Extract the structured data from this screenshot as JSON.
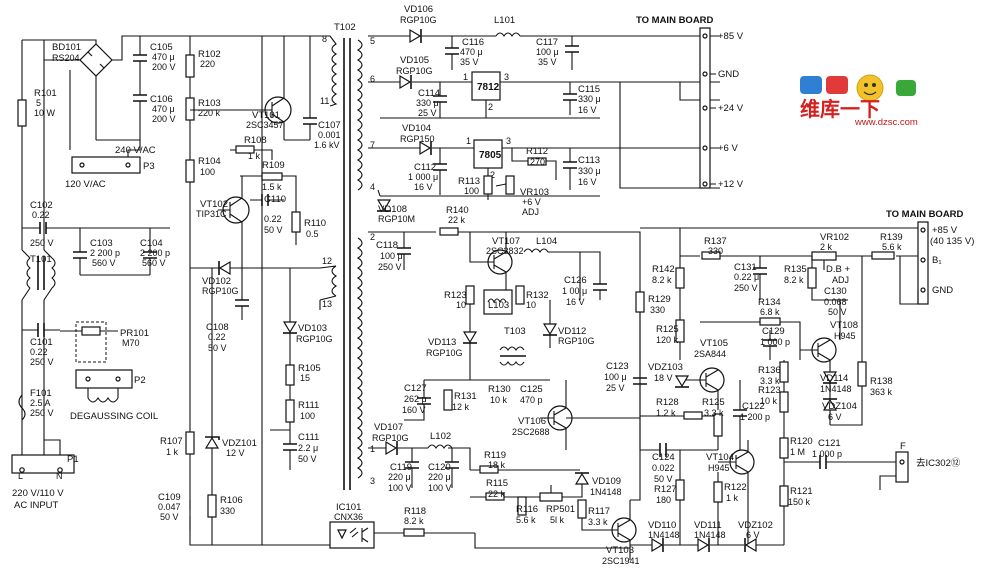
{
  "header": {
    "to_main_board_top": "TO MAIN BOARD",
    "to_main_board_right": "TO MAIN BOARD"
  },
  "watermark": {
    "logo_text": "维库一下",
    "url": "www.dzsc.com"
  },
  "connector_top_pins": [
    "+85 V",
    "GND",
    "+24 V",
    "+6 V",
    "+12 V"
  ],
  "connector_right_pins": [
    "+85 V",
    "(40 135 V)",
    "B₁",
    "GND"
  ],
  "components": {
    "BD101": [
      "BD101",
      "RS204"
    ],
    "R101": [
      "R101",
      "5",
      "10 W"
    ],
    "C105": [
      "C105",
      "470 μ",
      "200 V"
    ],
    "C106": [
      "C106",
      "470 μ",
      "200 V"
    ],
    "R102": [
      "R102",
      "220"
    ],
    "R103": [
      "R103",
      "220 k"
    ],
    "VT101": [
      "VT101",
      "2SC3457"
    ],
    "C107": [
      "C107",
      "0.001",
      "1.6 kV"
    ],
    "P3": [
      "240 V/AC",
      "P3",
      "120 V/AC"
    ],
    "R108": [
      "R108",
      "1 k"
    ],
    "R109": [
      "R109",
      "1.5 k"
    ],
    "R104": [
      "R104",
      "100"
    ],
    "VT102": [
      "VT102",
      "TIP31C"
    ],
    "C110": [
      "C110",
      "0.22",
      "50 V"
    ],
    "R110": [
      "R110",
      "0.5"
    ],
    "C102": [
      "C102",
      "0.22",
      "250 V"
    ],
    "T101": [
      "T101"
    ],
    "C103": [
      "C103",
      "2 200 p",
      "560 V"
    ],
    "C104": [
      "C104",
      "2 200 p",
      "560 V"
    ],
    "VD102": [
      "VD102",
      "RGP10G"
    ],
    "C108": [
      "C108",
      "0.22",
      "50 V"
    ],
    "C101": [
      "C101",
      "0.22",
      "250 V"
    ],
    "PR101": [
      "PR101",
      "M70"
    ],
    "P2": [
      "P2"
    ],
    "F101": [
      "F101",
      "2.5 A",
      "250 V"
    ],
    "DEGAUSS": [
      "DEGAUSSING  COIL"
    ],
    "VD103": [
      "VD103",
      "RGP10G"
    ],
    "R105": [
      "R105",
      "15"
    ],
    "R111": [
      "R111",
      "100"
    ],
    "C111": [
      "C111",
      "2.2 μ",
      "50 V"
    ],
    "R107": [
      "R107",
      "1 k"
    ],
    "VDZ101": [
      "VDZ101",
      "12 V"
    ],
    "C109": [
      "C109",
      "0.047",
      "50 V"
    ],
    "R106": [
      "R106",
      "330"
    ],
    "P1": [
      "P1",
      "L",
      "N"
    ],
    "AC_INPUT": [
      "220 V/110 V",
      "AC INPUT"
    ],
    "IC101": [
      "IC101",
      "CNX36"
    ],
    "R118": [
      "R118",
      "8.2 k"
    ],
    "T102": [
      "T102"
    ],
    "VD106": [
      "VD106",
      "RGP10G"
    ],
    "L101": [
      "L101"
    ],
    "C116": [
      "C116",
      "470 μ",
      "35 V"
    ],
    "C117": [
      "C117",
      "100 μ",
      "35 V"
    ],
    "VD105": [
      "VD105",
      "RGP10G"
    ],
    "IC7812": [
      "7812"
    ],
    "C114": [
      "C114",
      "330 μ",
      "25 V"
    ],
    "C115": [
      "C115",
      "330 μ",
      "16 V"
    ],
    "VD104": [
      "VD104",
      "RGP150"
    ],
    "IC7805": [
      "7805"
    ],
    "R112": [
      "R112",
      "270"
    ],
    "C112": [
      "C112",
      "1 000 μ",
      "16 V"
    ],
    "R113": [
      "R113",
      "100"
    ],
    "VR103": [
      "VR103",
      "+6 V",
      "ADJ"
    ],
    "C113": [
      "C113",
      "330 μ",
      "16 V"
    ],
    "VD108": [
      "VD108",
      "RGP10M"
    ],
    "R140": [
      "R140",
      "22 k"
    ],
    "C118": [
      "C118",
      "100 μ",
      "250 V"
    ],
    "VT107": [
      "VT107",
      "2SC3832"
    ],
    "L104": [
      "L104"
    ],
    "C126": [
      "C126",
      "1 00 μ",
      "16 V"
    ],
    "R123a": [
      "R123",
      "10"
    ],
    "L103": [
      "L103"
    ],
    "R132": [
      "R132",
      "10"
    ],
    "T103": [
      "T103"
    ],
    "VD112": [
      "VD112",
      "RGP10G"
    ],
    "VD113": [
      "VD113",
      "RGP10G"
    ],
    "C127": [
      "C127",
      "262 μ",
      "160 V"
    ],
    "R131": [
      "R131",
      "12 k"
    ],
    "R130": [
      "R130",
      "10 k"
    ],
    "C125": [
      "C125",
      "470 p"
    ],
    "VT106": [
      "VT106",
      "2SC2688"
    ],
    "VD107": [
      "VD107",
      "RGP10G"
    ],
    "L102": [
      "L102"
    ],
    "C119": [
      "C119",
      "220 μ",
      "100 V"
    ],
    "C120": [
      "C120",
      "220 μ",
      "100 V"
    ],
    "R119": [
      "R119",
      "18 k"
    ],
    "VD109": [
      "VD109",
      "1N4148"
    ],
    "R115": [
      "R115",
      "22 k"
    ],
    "R116": [
      "R116",
      "5.6 k"
    ],
    "RP501": [
      "RP501",
      "5l k"
    ],
    "R117": [
      "R117",
      "3.3 k"
    ],
    "VT103": [
      "VT103",
      "2SC1941"
    ],
    "R129": [
      "R129",
      "330"
    ],
    "R137": [
      "R137",
      "330"
    ],
    "C131": [
      "C131",
      "0.22 μ",
      "250 V"
    ],
    "R142": [
      "R142",
      "8.2 k"
    ],
    "VR102": [
      "VR102",
      "2 k"
    ],
    "R139": [
      "R139",
      "5.6 k"
    ],
    "R135": [
      "R135",
      "8.2 k"
    ],
    "DB_ADJ": [
      "D.B +",
      "ADJ"
    ],
    "C130": [
      "C130",
      "0.068",
      "50 V"
    ],
    "R134": [
      "R134",
      "6.8 k"
    ],
    "R125a": [
      "R125",
      "120 k"
    ],
    "C129": [
      "C129",
      "1 000 p"
    ],
    "VT108": [
      "VT108",
      "H945"
    ],
    "VT105": [
      "VT105",
      "2SA844"
    ],
    "VDZ103": [
      "VDZ103",
      "18 V"
    ],
    "C123": [
      "C123",
      "100 μ",
      "25 V"
    ],
    "R136": [
      "R136",
      "3.3 k"
    ],
    "R123b": [
      "R123",
      "10 k"
    ],
    "VD114": [
      "VD114",
      "1N4148"
    ],
    "R138": [
      "R138",
      "363 k"
    ],
    "VDZ104": [
      "VDZ104",
      "6 V"
    ],
    "R128": [
      "R128",
      "1.2 k"
    ],
    "R125b": [
      "R125",
      "3.3 k"
    ],
    "C122": [
      "C122",
      "1 200 p"
    ],
    "C124": [
      "C124",
      "0.022",
      "50 V"
    ],
    "VT104": [
      "VT104",
      "H945"
    ],
    "R120": [
      "R120",
      "1 M"
    ],
    "C121": [
      "C121",
      "1 000 p"
    ],
    "F": [
      "F"
    ],
    "IC302": [
      "去IC302⑫"
    ],
    "R127": [
      "R127",
      "180"
    ],
    "R122": [
      "R122",
      "1 k"
    ],
    "R121": [
      "R121",
      "150 k"
    ],
    "VD110": [
      "VD110",
      "1N4148"
    ],
    "VD111": [
      "VD111",
      "1N4148"
    ],
    "VDZ102": [
      "VDZ102",
      "6 V"
    ],
    "pin2": [
      "2"
    ],
    "pin4": [
      "4"
    ],
    "pin5": [
      "5"
    ],
    "pin6": [
      "6"
    ],
    "pin7": [
      "7"
    ],
    "pin8": [
      "8"
    ],
    "pin11": [
      "11"
    ],
    "pin12": [
      "12"
    ],
    "pin13": [
      "13"
    ],
    "pin1": [
      "1"
    ],
    "pin3": [
      "3"
    ],
    "pin3b": [
      "3"
    ],
    "pin2b": [
      "2"
    ],
    "pin1b": [
      "1"
    ],
    "pin1c": [
      "1"
    ],
    "pin2c": [
      "2"
    ],
    "pin3c": [
      "3"
    ]
  }
}
